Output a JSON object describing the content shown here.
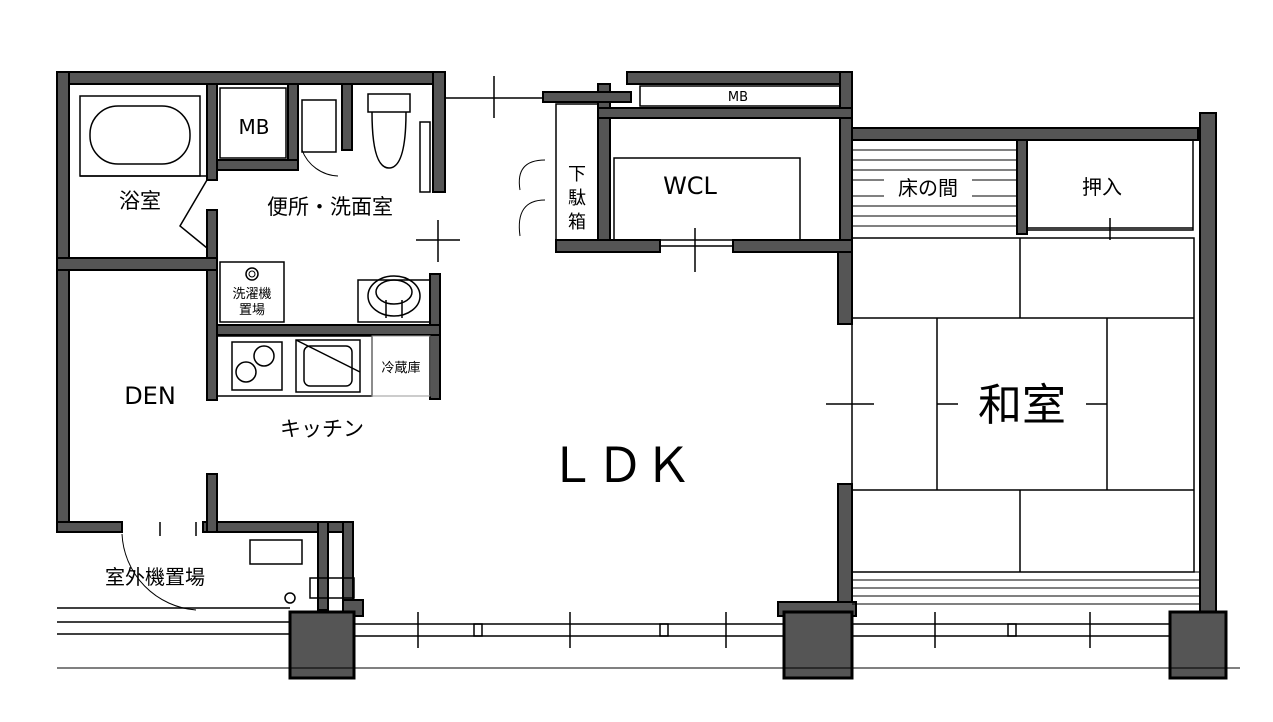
{
  "rooms": {
    "bath": "浴室",
    "mb_top": "MB",
    "mb_small": "MB",
    "toilet_wash": "便所・洗面室",
    "washer_1": "洗濯機",
    "washer_2": "置場",
    "fridge": "冷蔵庫",
    "den": "DEN",
    "kitchen": "キッチン",
    "ldk": "ＬＤＫ",
    "shoe_1": "下",
    "shoe_2": "駄",
    "shoe_3": "箱",
    "wcl": "WCL",
    "tokonoma": "床の間",
    "oshiire": "押入",
    "washitsu": "和室",
    "outdoor_unit": "室外機置場"
  },
  "colors": {
    "wall": "#555555",
    "line": "#000000",
    "background": "#ffffff"
  }
}
